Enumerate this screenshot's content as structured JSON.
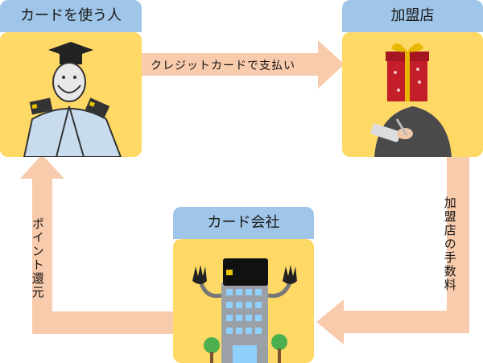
{
  "nodes": {
    "user": {
      "title": "カードを使う人"
    },
    "merchant": {
      "title": "加盟店"
    },
    "card_company": {
      "title": "カード会社"
    }
  },
  "arrows": {
    "payment": {
      "label": "クレジットカードで支払い"
    },
    "fee": {
      "label": "加盟店の手数料"
    },
    "points": {
      "label": "ポイント還元"
    }
  },
  "colors": {
    "title_bg": "#9fc5e8",
    "box_bg": "#ffd966",
    "arrow": "#f8cbad"
  },
  "icons": {
    "user": "samurai-illustration-icon",
    "merchant": "gift-box-head-person-icon",
    "card_company": "building-with-card-icon"
  }
}
